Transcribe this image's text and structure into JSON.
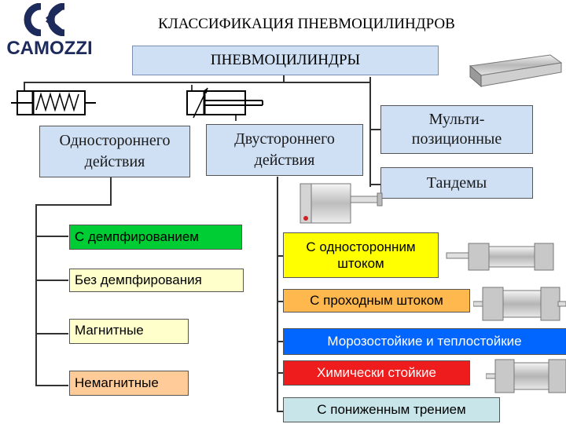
{
  "header": {
    "title": "КЛАССИФИКАЦИЯ ПНЕВМОЦИЛИНДРОВ",
    "logo_text": "CAMOZZI",
    "logo_mark": "CC"
  },
  "root": {
    "label": "ПНЕВМОЦИЛИНДРЫ"
  },
  "categories": {
    "single": "Одностороннего действия",
    "double": "Двустороннего действия",
    "multi": "Мульти-позиционные",
    "tandem": "Тандемы"
  },
  "single_children": {
    "damped": "С демпфированием",
    "undamped": "Без демпфирования",
    "magnetic": "Магнитные",
    "nonmagnetic": "Немагнитные"
  },
  "double_children": {
    "single_rod": "С односторонним штоком",
    "through_rod": "С проходным штоком",
    "temp_resistant": "Морозостойкие и теплостойкие",
    "chem_resistant": "Химически стойкие",
    "low_friction": "С пониженным трением"
  },
  "colors": {
    "root_bg": "#cfe0f5",
    "category_bg": "#cfe0f5",
    "green": "#00cc33",
    "light_yellow": "#ffffcc",
    "yellow": "#ffff00",
    "orange": "#ffb84d",
    "peach": "#ffcc99",
    "blue": "#0066ff",
    "red": "#ee1c1c",
    "light_teal": "#c8e6ea",
    "brand": "#1d2a5c"
  },
  "icons": [
    "single-acting-symbol-icon",
    "double-acting-symbol-icon",
    "cylinder-photo-icon"
  ]
}
